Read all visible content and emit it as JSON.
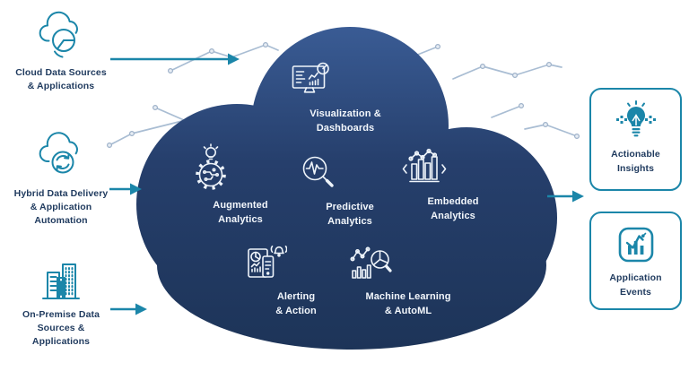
{
  "title": "Analytics platform cloud diagram",
  "colors": {
    "accent_teal": "#1b86a9",
    "label_navy": "#1f3a5e",
    "cloud_gradient_top": "#3a5c95",
    "cloud_gradient_mid": "#263f6c",
    "cloud_gradient_bottom": "#1d3458",
    "cloud_text": "#f3f7fc",
    "zigzag_line": "#a9bdd3"
  },
  "sources": [
    {
      "id": "cloud-data-sources",
      "icon": "cloud-pie-chart-icon",
      "label_lines": [
        "Cloud Data Sources",
        "& Applications"
      ]
    },
    {
      "id": "hybrid-data-delivery",
      "icon": "cloud-sync-icon",
      "label_lines": [
        "Hybrid Data Delivery",
        "& Application",
        "Automation"
      ]
    },
    {
      "id": "on-premise-data",
      "icon": "buildings-icon",
      "label_lines": [
        "On-Premise Data",
        "Sources &",
        "Applications"
      ]
    }
  ],
  "cloud": {
    "capabilities": [
      {
        "id": "visualization",
        "icon": "dashboard-monitor-icon",
        "label_lines": [
          "Visualization &",
          "Dashboards"
        ]
      },
      {
        "id": "augmented-analytics",
        "icon": "gear-lightbulb-icon",
        "label_lines": [
          "Augmented",
          "Analytics"
        ]
      },
      {
        "id": "predictive-analytics",
        "icon": "magnifier-pulse-icon",
        "label_lines": [
          "Predictive",
          "Analytics"
        ]
      },
      {
        "id": "embedded-analytics",
        "icon": "embedded-bar-chart-icon",
        "label_lines": [
          "Embedded",
          "Analytics"
        ]
      },
      {
        "id": "alerting-action",
        "icon": "device-bell-icon",
        "label_lines": [
          "Alerting",
          "& Action"
        ]
      },
      {
        "id": "machine-learning",
        "icon": "ml-magnifier-icon",
        "label_lines": [
          "Machine Learning",
          "& AutoML"
        ]
      }
    ]
  },
  "outputs": [
    {
      "id": "actionable-insights",
      "icon": "lightbulb-rays-icon",
      "label_lines": [
        "Actionable",
        "Insights"
      ]
    },
    {
      "id": "application-events",
      "icon": "app-chart-icon",
      "label_lines": [
        "Application",
        "Events"
      ]
    }
  ]
}
